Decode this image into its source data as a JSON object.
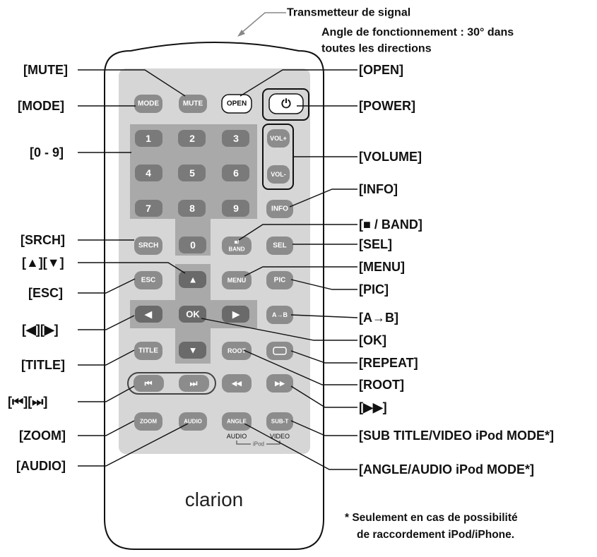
{
  "header": {
    "transmitter": "Transmetteur de signal",
    "angle_line1": "Angle de fonctionnement : 30° dans",
    "angle_line2": "toutes les directions"
  },
  "brand": "clarion",
  "footnote": {
    "line1": "* Seulement en cas de possibilité",
    "line2": "de raccordement iPod/iPhone."
  },
  "buttons": {
    "mode": "MODE",
    "mute": "MUTE",
    "open": "OPEN",
    "power": "⏻",
    "n1": "1",
    "n2": "2",
    "n3": "3",
    "n4": "4",
    "n5": "5",
    "n6": "6",
    "n7": "7",
    "n8": "8",
    "n9": "9",
    "n0": "0",
    "volp": "VOL+",
    "volm": "VOL-",
    "info": "INFO",
    "srch": "SRCH",
    "band_sq": "■/",
    "band": "BAND",
    "sel": "SEL",
    "up": "▲",
    "esc": "ESC",
    "menu": "MENU",
    "pic": "PIC",
    "left": "◀",
    "ok": "OK",
    "right": "▶",
    "ab": "A→B",
    "title": "TITLE",
    "down": "▼",
    "root": "ROOT",
    "repeat": "",
    "prev": "⏮",
    "next": "⏭",
    "rew": "◀◀",
    "ff": "▶▶",
    "zoom": "ZOOM",
    "audio": "AUDIO",
    "angle": "ANGLE",
    "subt": "SUB-T",
    "sub_audio": "AUDIO",
    "sub_video": "VIDEO",
    "sub_ipod": "iPod"
  },
  "labels": {
    "mute": "[MUTE]",
    "mode": "[MODE]",
    "num": "[0 - 9]",
    "srch": "[SRCH]",
    "updown": "[▲][▼]",
    "esc": "[ESC]",
    "leftright": "[◀][▶]",
    "title": "[TITLE]",
    "skip": "[⏮][⏭]",
    "zoom": "[ZOOM]",
    "audio": "[AUDIO]",
    "open": "[OPEN]",
    "power": "[POWER]",
    "volume": "[VOLUME]",
    "info": "[INFO]",
    "band": "[■ / BAND]",
    "sel": "[SEL]",
    "menu": "[MENU]",
    "pic": "[PIC]",
    "ab": "[A→B]",
    "ok": "[OK]",
    "repeat": "[REPEAT]",
    "root": "[ROOT]",
    "ff": "[▶▶]",
    "subtitle": "[SUB TITLE/VIDEO iPod MODE*]",
    "angle": "[ANGLE/AUDIO iPod MODE*]"
  },
  "colors": {
    "panel": "#d6d6d6",
    "pad": "#a9a9a9",
    "button": "#8c8c8c",
    "button_dark": "#777777",
    "outline": "#111111"
  }
}
